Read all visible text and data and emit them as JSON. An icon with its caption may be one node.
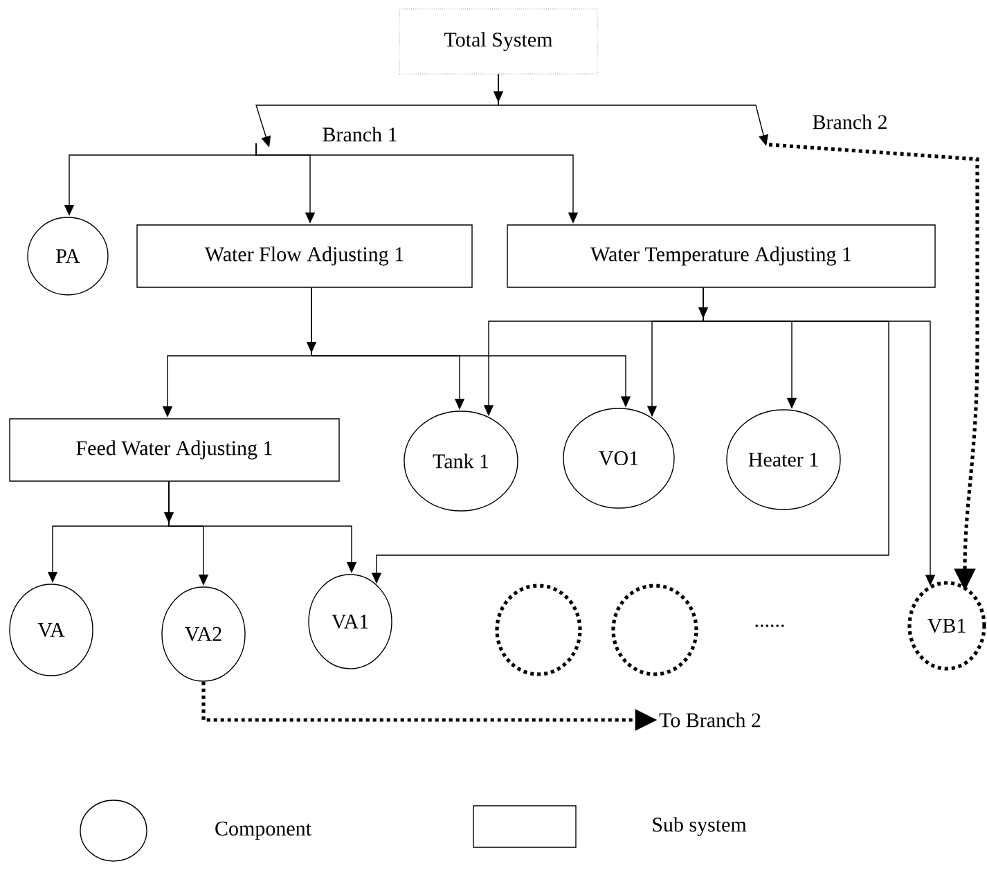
{
  "diagram": {
    "nodes": [
      {
        "text": [
          "Total System"
        ]
      },
      {
        "text": [
          "Branch 1"
        ]
      },
      {
        "text": [
          "Branch 2"
        ]
      },
      {
        "text": [
          "PA"
        ]
      },
      {
        "text": [
          "Water Flow Adjusting 1"
        ]
      },
      {
        "text": [
          "Water Temperature Adjusting 1"
        ]
      },
      {
        "text": [
          "Feed Water Adjusting 1"
        ]
      },
      {
        "text": [
          "Tank 1"
        ]
      },
      {
        "text": [
          "VO1"
        ]
      },
      {
        "text": [
          "Heater 1"
        ]
      },
      {
        "text": [
          "VA"
        ]
      },
      {
        "text": [
          "VA2"
        ]
      },
      {
        "text": [
          "VA1"
        ]
      },
      {
        "text": [],
        "shape": "circle"
      },
      {
        "text": [],
        "shape": "circle"
      },
      {
        "text": [
          "VB1"
        ]
      },
      {
        "text": [
          "To Branch 2"
        ]
      }
    ],
    "edges": [
      {
        "from": 0,
        "to": 1,
        "arrow": "to"
      },
      {
        "from": 0,
        "to": 2,
        "arrow": "to"
      },
      {
        "from": 1,
        "to": 3,
        "arrow": "to"
      },
      {
        "from": 1,
        "to": 4,
        "arrow": "to"
      },
      {
        "from": 1,
        "to": 5,
        "arrow": "to"
      },
      {
        "from": 4,
        "to": 6,
        "arrow": "to"
      },
      {
        "from": 4,
        "to": 7,
        "arrow": "to"
      },
      {
        "from": 4,
        "to": 8,
        "arrow": "to"
      },
      {
        "from": 5,
        "to": 7,
        "arrow": "to"
      },
      {
        "from": 5,
        "to": 8,
        "arrow": "to"
      },
      {
        "from": 5,
        "to": 9,
        "arrow": "to"
      },
      {
        "from": 5,
        "to": 12,
        "arrow": "to"
      },
      {
        "from": 5,
        "to": 15,
        "arrow": "to"
      },
      {
        "from": 6,
        "to": 10,
        "arrow": "to"
      },
      {
        "from": 6,
        "to": 11,
        "arrow": "to"
      },
      {
        "from": 6,
        "to": 12,
        "arrow": "to"
      },
      {
        "from": 11,
        "to": 16,
        "arrow": "to",
        "style": "dashed"
      },
      {
        "from": 2,
        "to": 15,
        "arrow": "to",
        "style": "dashed"
      }
    ],
    "labels": [
      "......"
    ],
    "legend": [
      {
        "text": "Component"
      },
      {
        "text": "Sub system"
      }
    ]
  }
}
